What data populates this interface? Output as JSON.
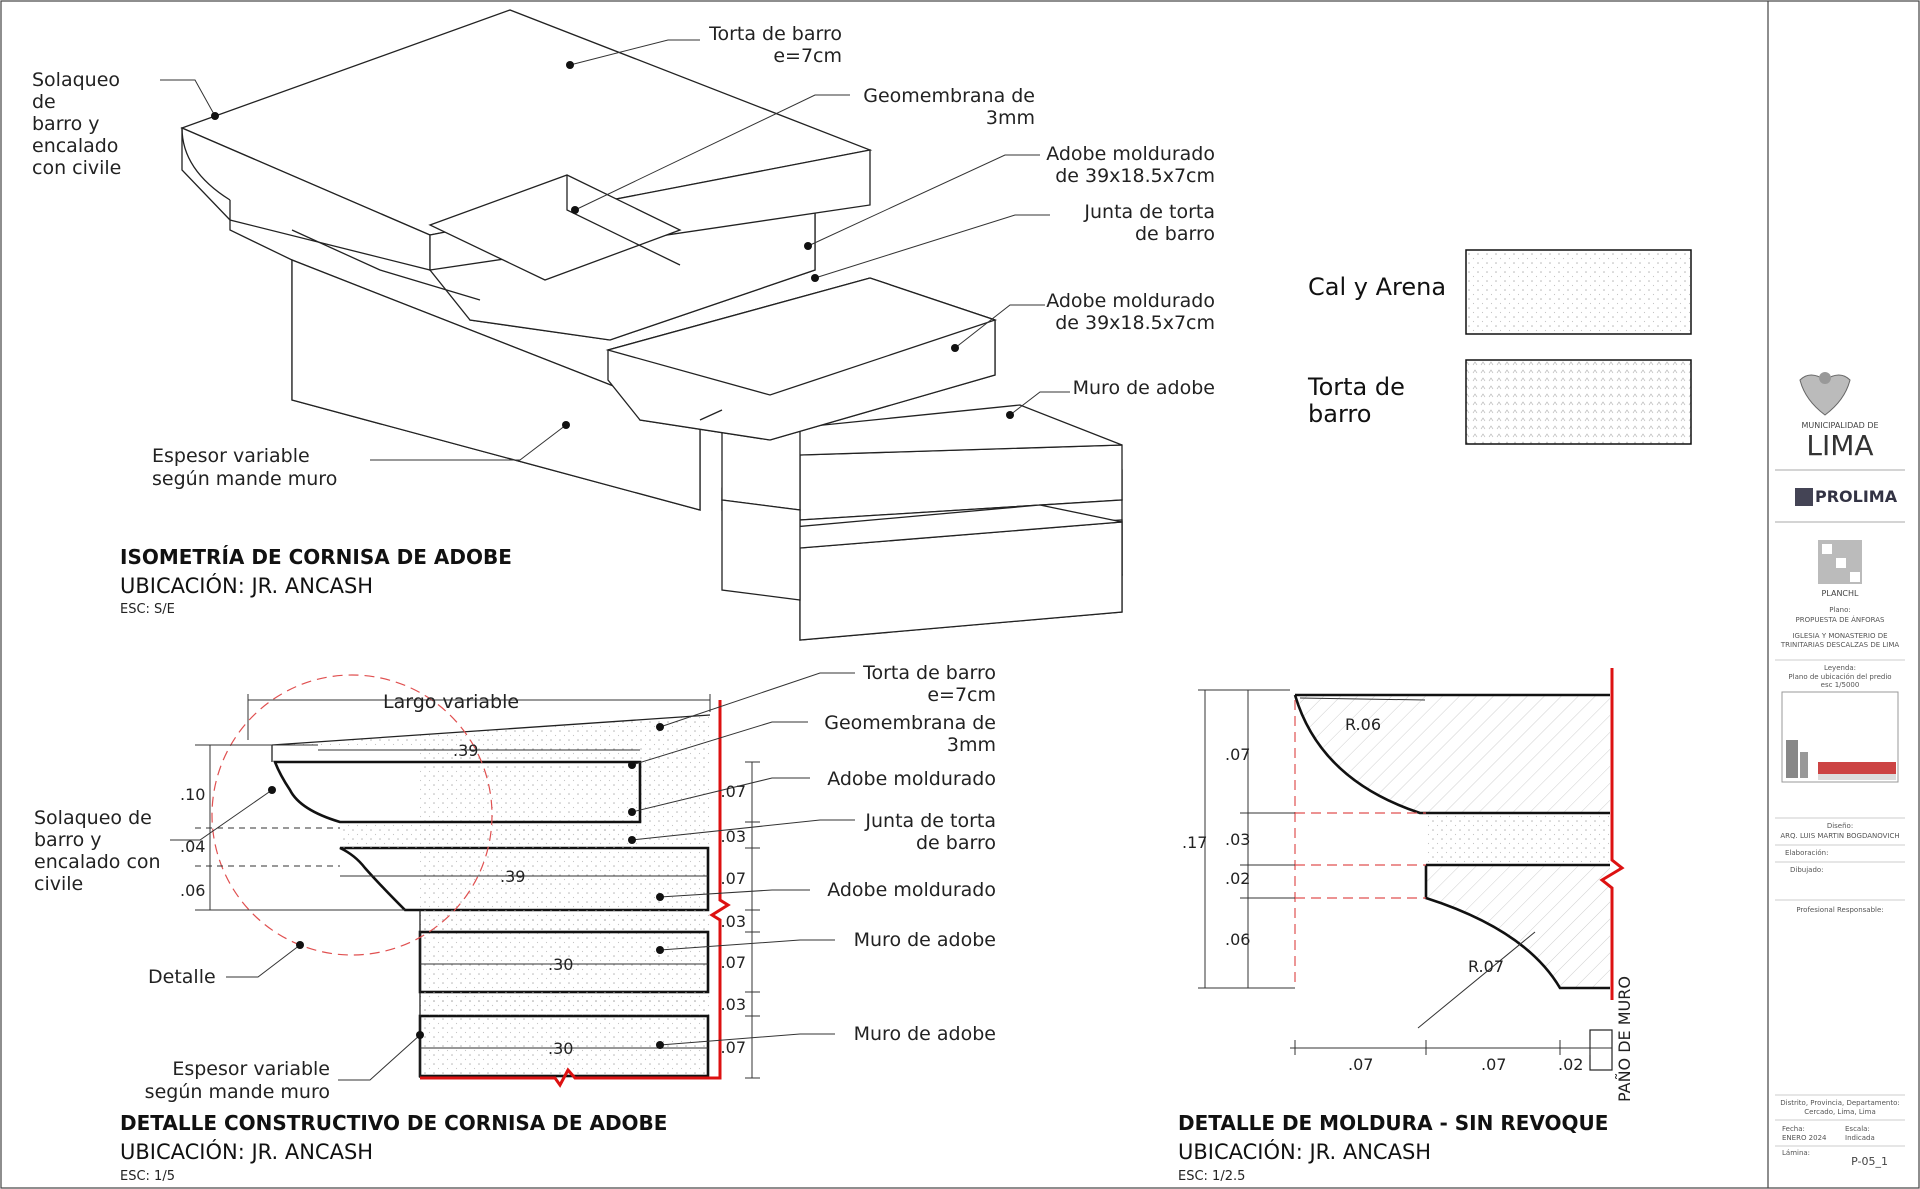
{
  "isometric": {
    "labels": {
      "solaqueo_1": "Solaqueo",
      "solaqueo_2": "de",
      "solaqueo_3": "barro y",
      "solaqueo_4": "encalado",
      "solaqueo_5": "con civile",
      "torta_1": "Torta de barro",
      "torta_2": "e=7cm",
      "geomembrana_1": "Geomembrana de",
      "geomembrana_2": "3mm",
      "adobe1_1": "Adobe moldurado",
      "adobe1_2": "de 39x18.5x7cm",
      "junta_1": "Junta de torta",
      "junta_2": "de  barro",
      "adobe2_1": "Adobe moldurado",
      "adobe2_2": "de 39x18.5x7cm",
      "muro": "Muro de adobe",
      "espesor_1": "Espesor variable",
      "espesor_2": "según mande muro"
    },
    "title": "ISOMETRÍA DE CORNISA DE ADOBE",
    "location": "UBICACIÓN: JR. ANCASH",
    "scale": "ESC: S/E"
  },
  "legend": {
    "cal_arena": "Cal y Arena",
    "torta_1": "Torta de",
    "torta_2": "barro"
  },
  "detail": {
    "labels": {
      "largo": "Largo variable",
      "torta_1": "Torta de barro",
      "torta_2": "e=7cm",
      "geomembrana_1": "Geomembrana de",
      "geomembrana_2": "3mm",
      "adobe1": "Adobe moldurado",
      "junta_1": "Junta de torta",
      "junta_2": "de  barro",
      "adobe2": "Adobe moldurado",
      "muro1": "Muro de adobe",
      "muro2": "Muro de adobe",
      "solaqueo_1": "Solaqueo de",
      "solaqueo_2": "barro y",
      "solaqueo_3": "encalado con",
      "solaqueo_4": "civile",
      "detalle": "Detalle",
      "espesor_1": "Espesor variable",
      "espesor_2": "según mande muro"
    },
    "dims": {
      "d39a": ".39",
      "d39b": ".39",
      "d30a": ".30",
      "d30b": ".30",
      "d10": ".10",
      "d04": ".04",
      "d06": ".06",
      "r07a": ".07",
      "r03a": ".03",
      "r07b": ".07",
      "r03b": ".03",
      "r07c": ".07",
      "r03c": ".03",
      "r07d": ".07"
    },
    "title": "DETALLE CONSTRUCTIVO DE CORNISA DE ADOBE",
    "location": "UBICACIÓN: JR. ANCASH",
    "scale": "ESC: 1/5"
  },
  "moldura": {
    "labels": {
      "r06": "R.06",
      "r07": "R.07",
      "pano": "PAÑO DE MURO"
    },
    "dims": {
      "v07": ".07",
      "v17": ".17",
      "v03": ".03",
      "v02": ".02",
      "v06": ".06",
      "h07a": ".07",
      "h07b": ".07",
      "h02": ".02"
    },
    "title": "DETALLE DE MOLDURA - SIN REVOQUE",
    "location": "UBICACIÓN: JR. ANCASH",
    "scale": "ESC: 1/2.5"
  },
  "title_block": {
    "municipalidad": "MUNICIPALIDAD DE",
    "lima": "LIMA",
    "prolima": "PROLIMA",
    "planchi": "PLANCHL",
    "plano_label": "Plano:",
    "plano_1": "PROPUESTA DE ÁNFORAS",
    "proyecto_1": "IGLESIA Y MONASTERIO DE",
    "proyecto_2": "TRINITARIAS DESCALZAS DE LIMA",
    "leyenda_label": "Leyenda:",
    "leyenda_1": "Plano de ubicación del predio",
    "leyenda_2": "esc 1/5000",
    "diseno_label": "Diseño:",
    "diseno_val": "ARQ. LUIS MARTIN BOGDANOVICH",
    "elaboracion_label": "Elaboración:",
    "dibujo_label": "Dibujado:",
    "profesional_label": "Profesional Responsable:",
    "distrito_label": "Distrito, Provincia, Departamento:",
    "distrito_val": "Cercado, Lima, Lima",
    "fecha_label": "Fecha:",
    "fecha_val": "ENERO 2024",
    "escala_label": "Escala:",
    "escala_val": "Indicada",
    "lamina_label": "Lámina:",
    "lamina_val": "P-05_1"
  }
}
